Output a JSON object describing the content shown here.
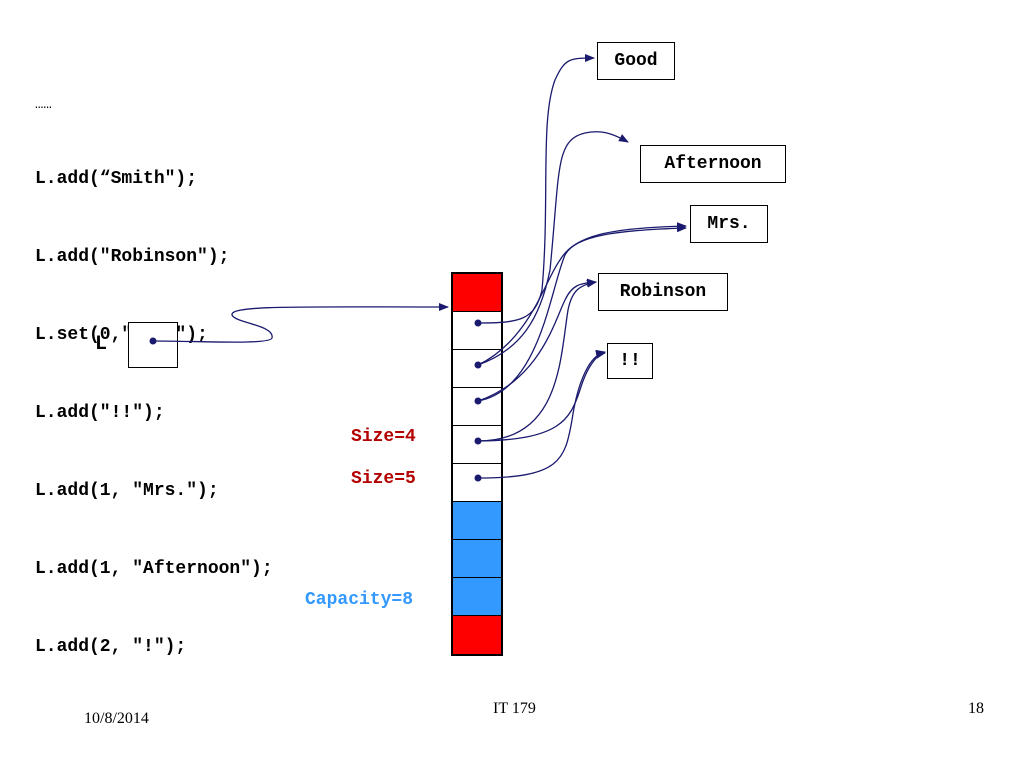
{
  "code": {
    "lines": [
      "……",
      "L.add(“Smith\");",
      "L.add(\"Robinson\");",
      "L.set(0,\"Good\");",
      "L.add(\"!!\");",
      "L.add(1, \"Mrs.\");",
      "L.add(1, \"Afternoon\");",
      "L.add(2, \"!\");"
    ]
  },
  "variable": {
    "name": "L"
  },
  "array": {
    "cells": [
      "red",
      "ref",
      "ref",
      "ref",
      "ref",
      "ref",
      "blue",
      "blue",
      "blue",
      "red"
    ],
    "colors": {
      "red": "#ff0000",
      "blue": "#3399ff",
      "empty": "#ffffff",
      "pointer": "#1a1a6e"
    }
  },
  "strings": {
    "good": "Good",
    "afternoon": "Afternoon",
    "mrs": "Mrs.",
    "robinson": "Robinson",
    "bang": "!!"
  },
  "annotations": {
    "size4": "Size=4",
    "size5": "Size=5",
    "capacity": "Capacity=8",
    "size_color": "#b30000",
    "capacity_color": "#3399ff"
  },
  "footer": {
    "date": "10/8/2014",
    "course": "IT 179",
    "page": "18"
  }
}
